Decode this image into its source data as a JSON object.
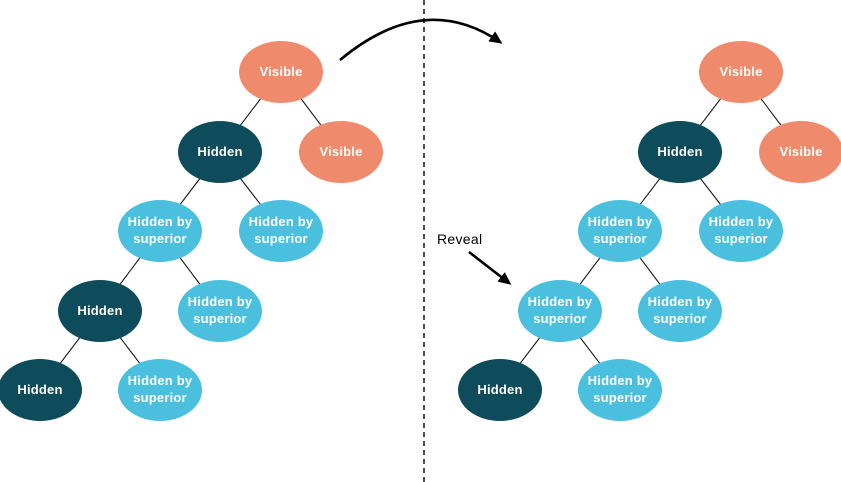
{
  "diagram": {
    "reveal_label": "Reveal",
    "colors": {
      "visible": "#F08A6C",
      "hidden": "#0E4C5B",
      "hidden_by_superior": "#4BC0DE",
      "node_text": "#FFFFFF",
      "line": "#1A1A1A"
    },
    "left_tree": {
      "nodes": [
        {
          "label": "Visible",
          "state": "visible"
        },
        {
          "label": "Hidden",
          "state": "hidden"
        },
        {
          "label": "Visible",
          "state": "visible"
        },
        {
          "label": "Hidden by superior",
          "state": "hidden_by_superior"
        },
        {
          "label": "Hidden by superior",
          "state": "hidden_by_superior"
        },
        {
          "label": "Hidden",
          "state": "hidden"
        },
        {
          "label": "Hidden by superior",
          "state": "hidden_by_superior"
        },
        {
          "label": "Hidden",
          "state": "hidden"
        },
        {
          "label": "Hidden by superior",
          "state": "hidden_by_superior"
        }
      ]
    },
    "right_tree": {
      "nodes": [
        {
          "label": "Visible",
          "state": "visible"
        },
        {
          "label": "Hidden",
          "state": "hidden"
        },
        {
          "label": "Visible",
          "state": "visible"
        },
        {
          "label": "Hidden by superior",
          "state": "hidden_by_superior"
        },
        {
          "label": "Hidden by superior",
          "state": "hidden_by_superior"
        },
        {
          "label": "Hidden by superior",
          "state": "hidden_by_superior"
        },
        {
          "label": "Hidden by superior",
          "state": "hidden_by_superior"
        },
        {
          "label": "Hidden",
          "state": "hidden"
        },
        {
          "label": "Hidden by superior",
          "state": "hidden_by_superior"
        }
      ]
    }
  }
}
